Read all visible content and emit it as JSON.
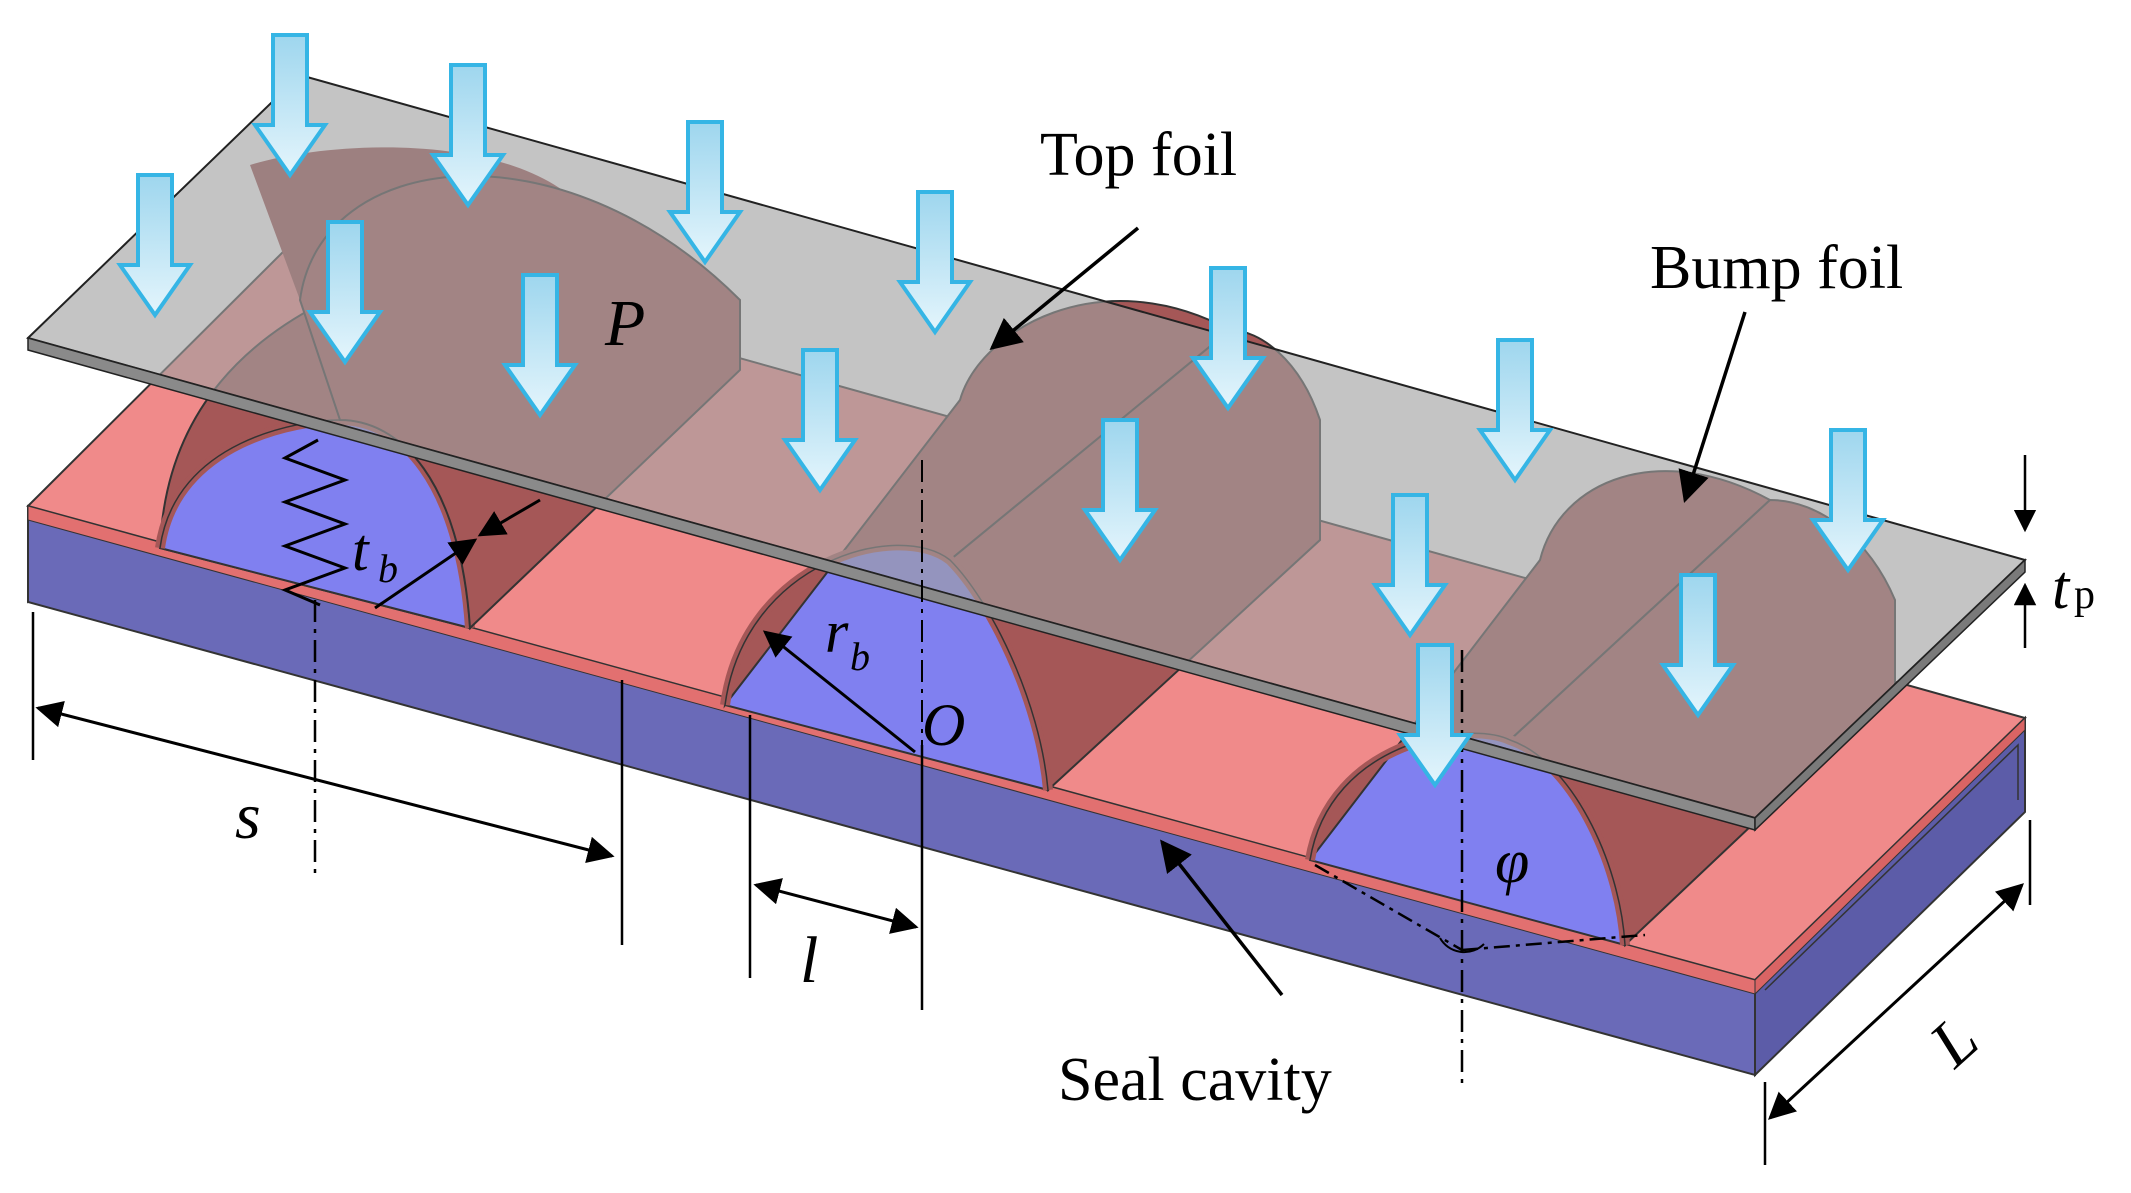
{
  "labels": {
    "top_foil": "Top foil",
    "bump_foil": "Bump foil",
    "seal_cavity": "Seal cavity",
    "pressure": "P",
    "bump_thickness_main": "t",
    "bump_thickness_sub": "b",
    "bump_radius_main": "r",
    "bump_radius_sub": "b",
    "center": "O",
    "pitch": "s",
    "half_length": "l",
    "top_foil_thickness_main": "t",
    "top_foil_thickness_sub": "p",
    "angle": "φ",
    "width": "L"
  },
  "colors": {
    "pink_surface": "#F08080",
    "bump_shell": "#A55757",
    "bump_shell_dark": "#8E4545",
    "cavity_blue": "#8080F0",
    "base_side": "#6A6AB8",
    "top_foil_gray": "#A8A8A8",
    "arrow_fill": "#BFE6F7",
    "arrow_outline": "#35B5E5"
  }
}
